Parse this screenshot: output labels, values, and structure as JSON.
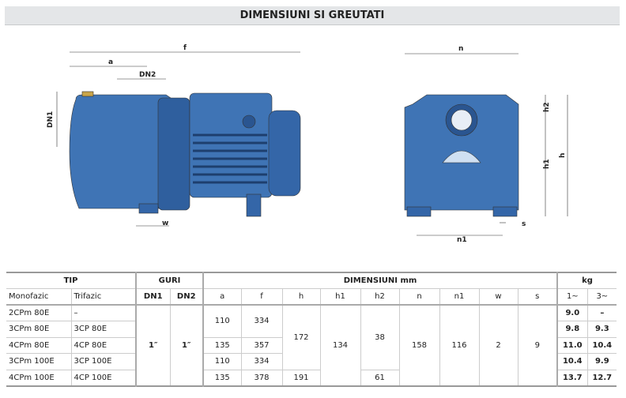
{
  "title": "DIMENSIUNI SI GREUTATI",
  "drawing_labels": {
    "a": "a",
    "f": "f",
    "dn2": "DN2",
    "dn1": "DN1",
    "w": "w",
    "n": "n",
    "h2": "h2",
    "h": "h",
    "h1": "h1",
    "n1": "n1",
    "s": "s"
  },
  "colors": {
    "pump": "#3f74b5",
    "pump_dark": "#2a5590",
    "header_bg": "#e4e6e8"
  },
  "table": {
    "groups": {
      "tip": "TIP",
      "guri": "GURI",
      "dim": "DIMENSIUNI mm",
      "kg": "kg"
    },
    "columns": {
      "mono": "Monofazic",
      "tri": "Trifazic",
      "dn1": "DN1",
      "dn2": "DN2",
      "a": "a",
      "f": "f",
      "h": "h",
      "h1": "h1",
      "h2": "h2",
      "n": "n",
      "n1": "n1",
      "w": "w",
      "s": "s",
      "kg1": "1~",
      "kg3": "3~"
    },
    "rows": [
      {
        "mono": "2CPm 80E",
        "tri": "–",
        "kg1": "9.0",
        "kg3": "–"
      },
      {
        "mono": "3CPm 80E",
        "tri": "3CP 80E",
        "kg1": "9.8",
        "kg3": "9.3"
      },
      {
        "mono": "4CPm 80E",
        "tri": "4CP 80E",
        "kg1": "11.0",
        "kg3": "10.4"
      },
      {
        "mono": "3CPm 100E",
        "tri": "3CP 100E",
        "kg1": "10.4",
        "kg3": "9.9"
      },
      {
        "mono": "4CPm 100E",
        "tri": "4CP 100E",
        "kg1": "13.7",
        "kg3": "12.7"
      }
    ],
    "merged": {
      "dn1": "1″",
      "dn2": "1″",
      "a1": "110",
      "f1": "334",
      "a2": "135",
      "f2": "357",
      "a3": "110",
      "f3": "334",
      "a4": "135",
      "f4": "378",
      "h_a": "172",
      "h_b": "191",
      "h1": "134",
      "h2_a": "38",
      "h2_b": "61",
      "n": "158",
      "n1": "116",
      "w": "2",
      "s": "9"
    }
  }
}
